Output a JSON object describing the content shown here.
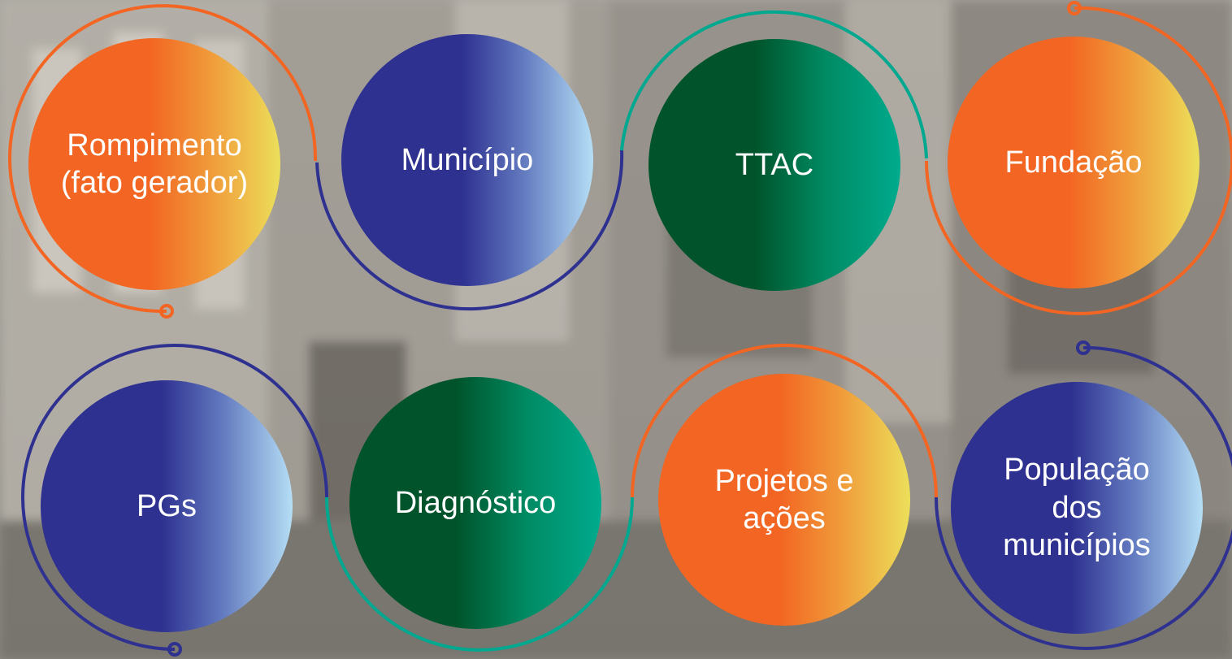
{
  "diagram": {
    "nodes": [
      {
        "id": "rompimento",
        "label": "Rompimento\n(fato gerador)",
        "color": "orange"
      },
      {
        "id": "municipio",
        "label": "Município",
        "color": "blue"
      },
      {
        "id": "ttac",
        "label": "TTAC",
        "color": "green"
      },
      {
        "id": "fundacao",
        "label": "Fundação",
        "color": "orange"
      },
      {
        "id": "pgs",
        "label": "PGs",
        "color": "blue"
      },
      {
        "id": "diagnostico",
        "label": "Diagnóstico",
        "color": "green"
      },
      {
        "id": "projetos",
        "label": "Projetos e\nações",
        "color": "orange"
      },
      {
        "id": "populacao",
        "label": "População\ndos\nmunicípios",
        "color": "blue"
      }
    ]
  },
  "colors": {
    "orange": "#f26522",
    "blue": "#2e3190",
    "green": "#00a88f",
    "background": "#8f8b84"
  }
}
